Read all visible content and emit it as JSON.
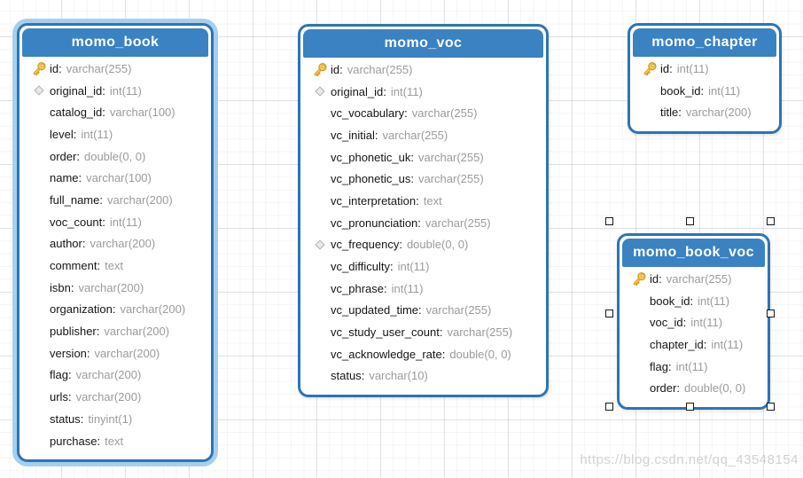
{
  "diagram": {
    "colors": {
      "header_blue": "#3a82c2",
      "border_blue": "#2d74b5",
      "glow_blue": "#a6cfee",
      "field_color": "#151515",
      "type_color": "#9b9b9b",
      "key_gold": "#f3cc4e",
      "key_outline": "#d79a28"
    },
    "highlighted_table": "momo_book",
    "selected_table": "momo_book_voc",
    "tables": [
      {
        "name": "momo_book",
        "columns": [
          {
            "icon": "key",
            "name": "id",
            "type": "varchar(255)"
          },
          {
            "icon": "diamond",
            "name": "original_id",
            "type": "int(11)"
          },
          {
            "icon": "none",
            "name": "catalog_id",
            "type": "varchar(100)"
          },
          {
            "icon": "none",
            "name": "level",
            "type": "int(11)"
          },
          {
            "icon": "none",
            "name": "order",
            "type": "double(0, 0)"
          },
          {
            "icon": "none",
            "name": "name",
            "type": "varchar(100)"
          },
          {
            "icon": "none",
            "name": "full_name",
            "type": "varchar(200)"
          },
          {
            "icon": "none",
            "name": "voc_count",
            "type": "int(11)"
          },
          {
            "icon": "none",
            "name": "author",
            "type": "varchar(200)"
          },
          {
            "icon": "none",
            "name": "comment",
            "type": "text"
          },
          {
            "icon": "none",
            "name": "isbn",
            "type": "varchar(200)"
          },
          {
            "icon": "none",
            "name": "organization",
            "type": "varchar(200)"
          },
          {
            "icon": "none",
            "name": "publisher",
            "type": "varchar(200)"
          },
          {
            "icon": "none",
            "name": "version",
            "type": "varchar(200)"
          },
          {
            "icon": "none",
            "name": "flag",
            "type": "varchar(200)"
          },
          {
            "icon": "none",
            "name": "urls",
            "type": "varchar(200)"
          },
          {
            "icon": "none",
            "name": "status",
            "type": "tinyint(1)"
          },
          {
            "icon": "none",
            "name": "purchase",
            "type": "text"
          }
        ]
      },
      {
        "name": "momo_voc",
        "columns": [
          {
            "icon": "key",
            "name": "id",
            "type": "varchar(255)"
          },
          {
            "icon": "diamond",
            "name": "original_id",
            "type": "int(11)"
          },
          {
            "icon": "none",
            "name": "vc_vocabulary",
            "type": "varchar(255)"
          },
          {
            "icon": "none",
            "name": "vc_initial",
            "type": "varchar(255)"
          },
          {
            "icon": "none",
            "name": "vc_phonetic_uk",
            "type": "varchar(255)"
          },
          {
            "icon": "none",
            "name": "vc_phonetic_us",
            "type": "varchar(255)"
          },
          {
            "icon": "none",
            "name": "vc_interpretation",
            "type": "text"
          },
          {
            "icon": "none",
            "name": "vc_pronunciation",
            "type": "varchar(255)"
          },
          {
            "icon": "diamond",
            "name": "vc_frequency",
            "type": "double(0, 0)"
          },
          {
            "icon": "none",
            "name": "vc_difficulty",
            "type": "int(11)"
          },
          {
            "icon": "none",
            "name": "vc_phrase",
            "type": "int(11)"
          },
          {
            "icon": "none",
            "name": "vc_updated_time",
            "type": "varchar(255)"
          },
          {
            "icon": "none",
            "name": "vc_study_user_count",
            "type": "varchar(255)"
          },
          {
            "icon": "none",
            "name": "vc_acknowledge_rate",
            "type": "double(0, 0)"
          },
          {
            "icon": "none",
            "name": "status",
            "type": "varchar(10)"
          }
        ]
      },
      {
        "name": "momo_chapter",
        "columns": [
          {
            "icon": "key",
            "name": "id",
            "type": "int(11)"
          },
          {
            "icon": "none",
            "name": "book_id",
            "type": "int(11)"
          },
          {
            "icon": "none",
            "name": "title",
            "type": "varchar(200)"
          }
        ]
      },
      {
        "name": "momo_book_voc",
        "columns": [
          {
            "icon": "key",
            "name": "id",
            "type": "varchar(255)"
          },
          {
            "icon": "none",
            "name": "book_id",
            "type": "int(11)"
          },
          {
            "icon": "none",
            "name": "voc_id",
            "type": "int(11)"
          },
          {
            "icon": "none",
            "name": "chapter_id",
            "type": "int(11)"
          },
          {
            "icon": "none",
            "name": "flag",
            "type": "int(11)"
          },
          {
            "icon": "none",
            "name": "order",
            "type": "double(0, 0)"
          }
        ]
      }
    ]
  },
  "watermark": {
    "text": "https://blog.csdn.net/qq_43548154"
  }
}
